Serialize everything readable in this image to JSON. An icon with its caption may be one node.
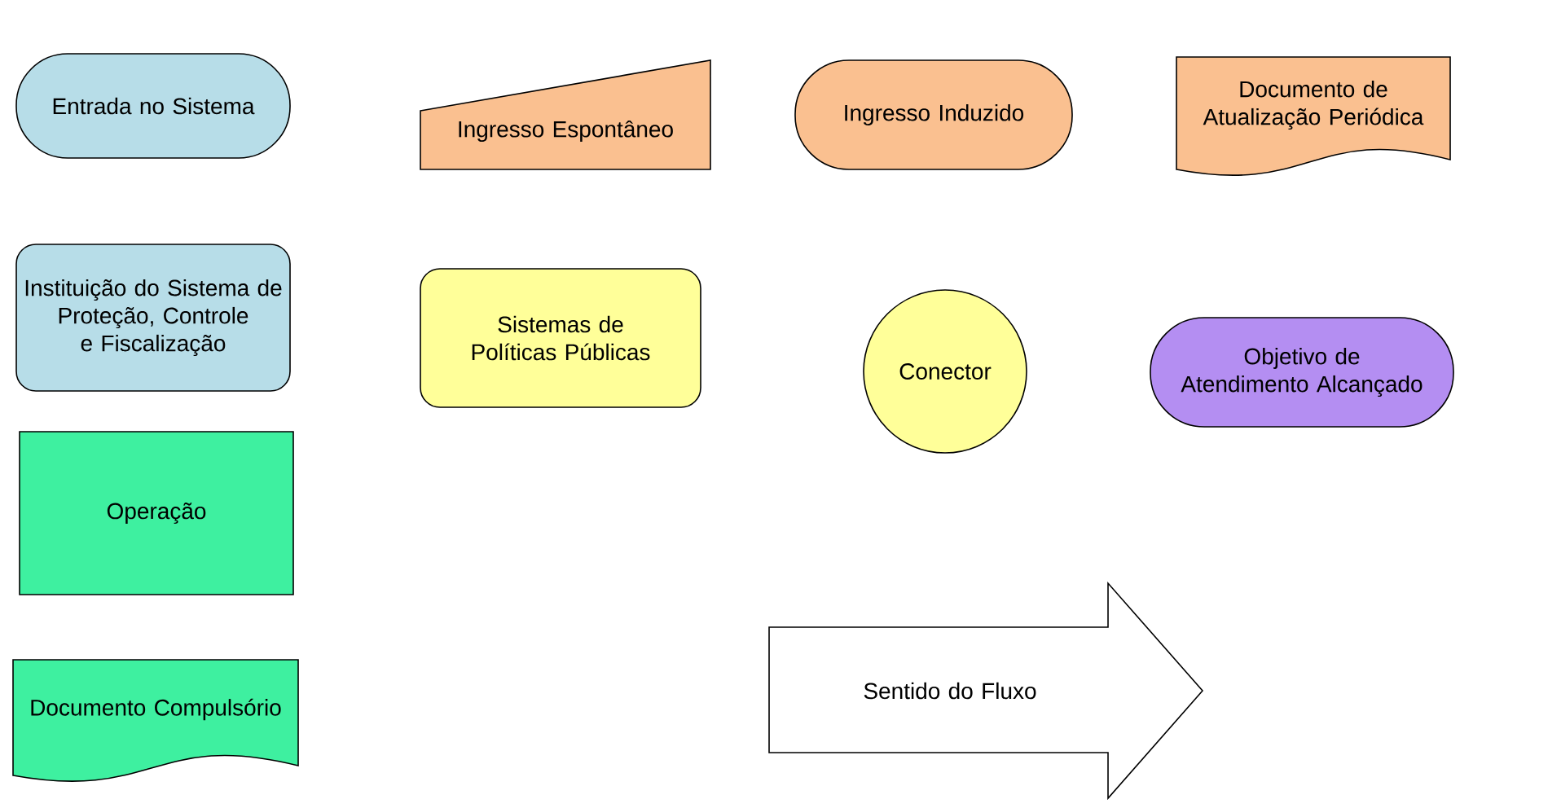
{
  "diagram": {
    "nodes": [
      {
        "text": [
          "Entrada no Sistema"
        ]
      },
      {
        "text": [
          "Ingresso Espontâneo"
        ]
      },
      {
        "text": [
          "Ingresso Induzido"
        ]
      },
      {
        "text": [
          "Documento de Atualização Periódica"
        ]
      },
      {
        "text": [
          "Instituição do Sistema de Proteção, Controle e Fiscalização"
        ]
      },
      {
        "text": [
          "Sistemas de Políticas Públicas"
        ]
      },
      {
        "text": [
          "Conector"
        ]
      },
      {
        "text": [
          "Objetivo de Atendimento Alcançado"
        ]
      },
      {
        "text": [
          "Operação"
        ]
      },
      {
        "text": [
          "Documento Compulsório"
        ]
      },
      {
        "text": [
          "Sentido do Fluxo"
        ]
      }
    ]
  }
}
